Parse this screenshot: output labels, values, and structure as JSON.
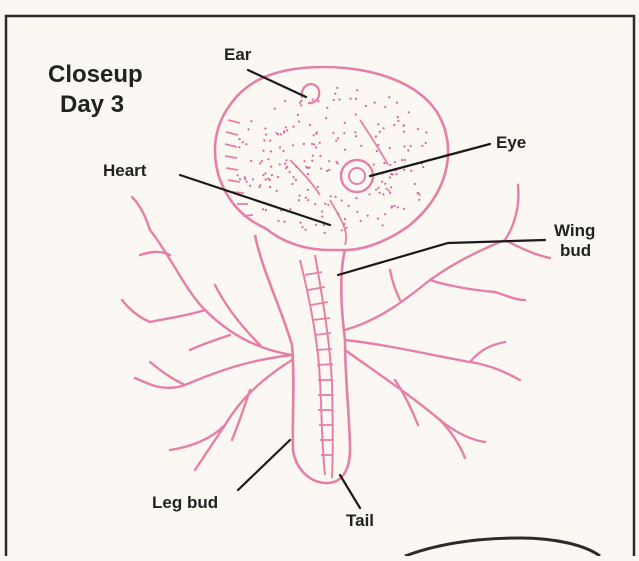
{
  "heading": {
    "line1": "Closeup",
    "line2": "Day 3"
  },
  "labels": {
    "ear": "Ear",
    "eye": "Eye",
    "heart": "Heart",
    "wing_line1": "Wing",
    "wing_line2": "bud",
    "leg_bud": "Leg bud",
    "tail": "Tail"
  },
  "colors": {
    "embryo": "#e57fa8",
    "embryo_dots": "#d9669a",
    "leader": "#1a1a1a",
    "frame": "#2b2b2b",
    "paper": "#fbf8f4"
  }
}
